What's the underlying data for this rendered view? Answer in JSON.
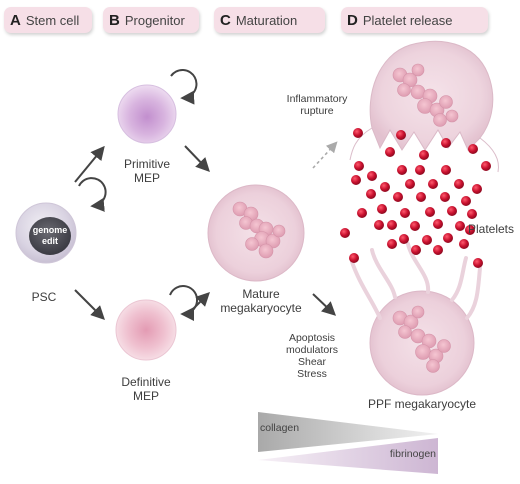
{
  "stages": [
    {
      "letter": "A",
      "name": "Stem cell"
    },
    {
      "letter": "B",
      "name": "Progenitor"
    },
    {
      "letter": "C",
      "name": "Maturation"
    },
    {
      "letter": "D",
      "name": "Platelet release"
    }
  ],
  "cells": {
    "psc": {
      "label": "PSC",
      "nucleus_text": "genome\nedit"
    },
    "primitive_mep": {
      "label": "Primitive\nMEP"
    },
    "definitive_mep": {
      "label": "Definitive\nMEP"
    },
    "mature_mk": {
      "label": "Mature\nmegakaryocyte"
    },
    "ppf_mk": {
      "label": "PPF megakaryocyte"
    }
  },
  "annotations": {
    "inflammatory": "Inflammatory\nrupture",
    "platelets": "Platelets",
    "modulators": "Apoptosis\nmodulators\nShear\nStress"
  },
  "gradients": {
    "collagen": "collagen",
    "fibrinogen": "fibrinogen"
  },
  "colors": {
    "tab_bg": "#f6dfe7",
    "platelet": "#c8102e",
    "primitive_cell": "#c9a3d6",
    "definitive_cell": "#e8b6c8",
    "mk_cell": "#e7c6d2"
  }
}
